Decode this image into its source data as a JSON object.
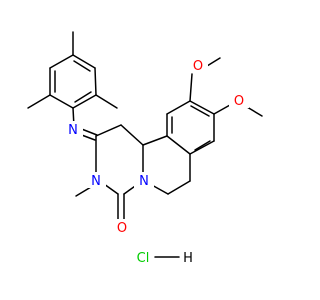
{
  "molecule": {
    "atom_labels": {
      "o_methoxy_top": "O",
      "o_methoxy_right": "O",
      "n_imine": "N",
      "n_methyl": "N",
      "n_ring": "N",
      "o_carbonyl": "O",
      "cl": "Cl",
      "h": "H"
    },
    "colors": {
      "bond": "#000000",
      "oxygen": "#ff0000",
      "nitrogen": "#0000ff",
      "chlorine": "#00cc00",
      "hydrogen": "#000000",
      "background": "#ffffff"
    }
  }
}
